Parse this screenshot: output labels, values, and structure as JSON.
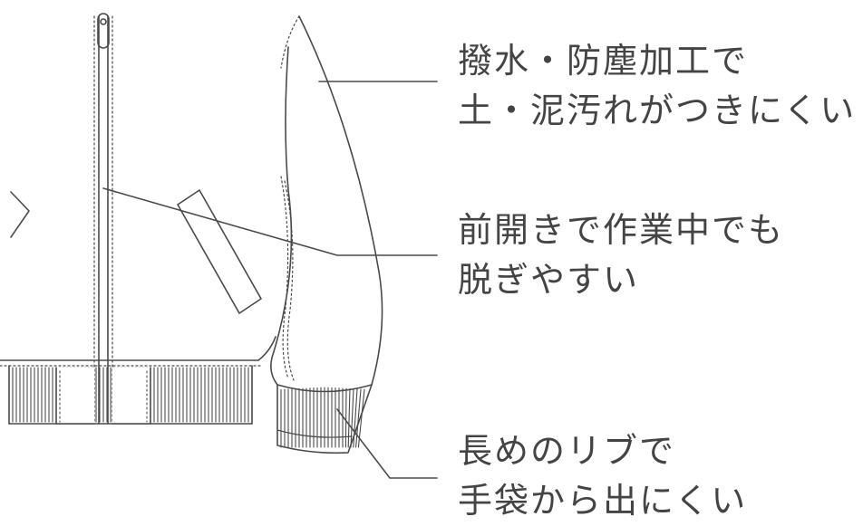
{
  "colors": {
    "line": "#4a4a4a",
    "text": "#444444",
    "background": "#ffffff"
  },
  "callouts": [
    {
      "id": "water-repellent",
      "lines": [
        "撥水・防塵加工で",
        "土・泥汚れがつきにくい"
      ]
    },
    {
      "id": "front-zip",
      "lines": [
        "前開きで作業中でも",
        "脱ぎやすい"
      ]
    },
    {
      "id": "long-rib",
      "lines": [
        "長めのリブで",
        "手袋から出にくい"
      ]
    }
  ]
}
